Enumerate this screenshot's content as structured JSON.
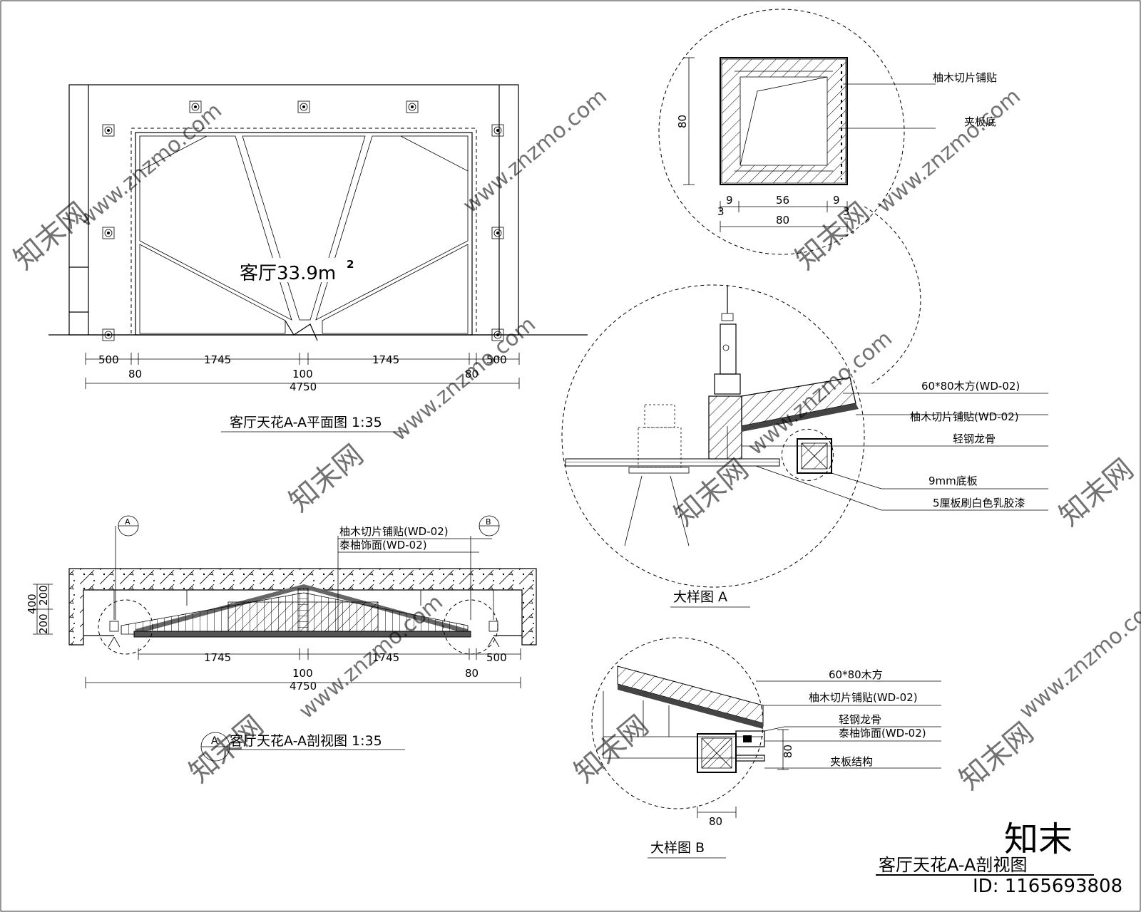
{
  "plan": {
    "title": "客厅天花A-A平面图 1:35",
    "area_label": "客厅33.9m",
    "area_sup": "2",
    "dims_top": [
      "500",
      "1745",
      "1745",
      "500"
    ],
    "dims_mid": [
      "80",
      "100",
      "80"
    ],
    "dim_total": "4750"
  },
  "section": {
    "title": "客厅天花A-A剖视图 1:35",
    "marker": "A",
    "callout_a": "A",
    "callout_b": "B",
    "label1": "柚木切片铺贴(WD-02)",
    "label2": "泰柚饰面(WD-02)",
    "dim_v1": "400",
    "dim_v2": "200",
    "dim_v3": "200",
    "dims_row1": [
      "1745",
      "1745",
      "500"
    ],
    "dims_row2": [
      "100",
      "80"
    ],
    "dim_total": "4750"
  },
  "detail_top": {
    "label1": "柚木切片铺贴",
    "label2": "夹板底",
    "dim_h": "80",
    "dims_row": [
      "9",
      "56",
      "9"
    ],
    "dims_small": [
      "3",
      "3"
    ],
    "dim_total": "80"
  },
  "detail_a": {
    "title": "大样图  A",
    "labels": [
      "60*80木方(WD-02)",
      "柚木切片铺贴(WD-02)",
      "轻钢龙骨",
      "9mm底板",
      "5厘板刷白色乳胶漆"
    ]
  },
  "detail_b": {
    "title": "大样图  B",
    "labels": [
      "60*80木方",
      "柚木切片铺贴(WD-02)",
      "轻钢龙骨",
      "泰柚饰面(WD-02)",
      "夹板结构"
    ],
    "dim_v": "80",
    "dim_h": "80"
  },
  "sheet_title": "客厅天花A-A剖视图",
  "watermark": {
    "brand_cn": "知末网",
    "url": "www.znzmo.com",
    "logo": "知末",
    "id": "ID: 1165693808"
  }
}
